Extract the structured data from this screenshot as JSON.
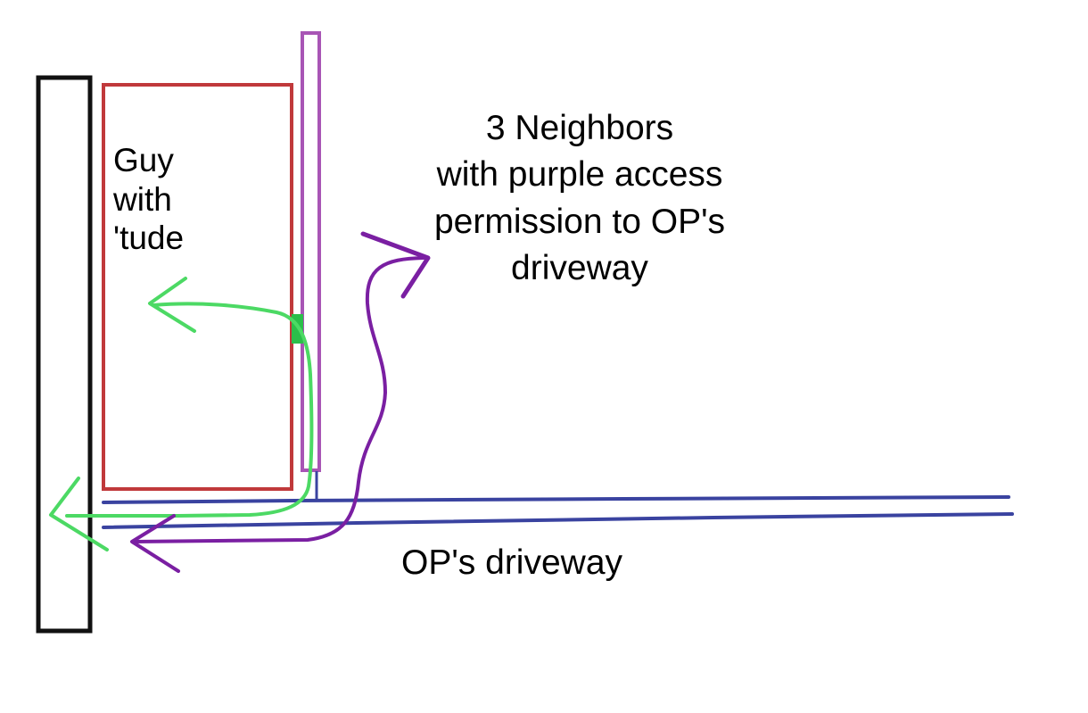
{
  "labels": {
    "guy": [
      "Guy",
      "with",
      "'tude"
    ],
    "neighbors": [
      "3 Neighbors",
      "with purple access",
      "permission to OP's",
      "driveway"
    ],
    "driveway": "OP's driveway"
  },
  "colors": {
    "road": "#111111",
    "guy_lot": "#c0393b",
    "neighbor_strip": "#a855b5",
    "driveway_lines": "#3a43a0",
    "green_path": "#4cd964",
    "green_gate": "#2bbf4a",
    "purple_path": "#7a1fa2",
    "text": "#000000"
  }
}
